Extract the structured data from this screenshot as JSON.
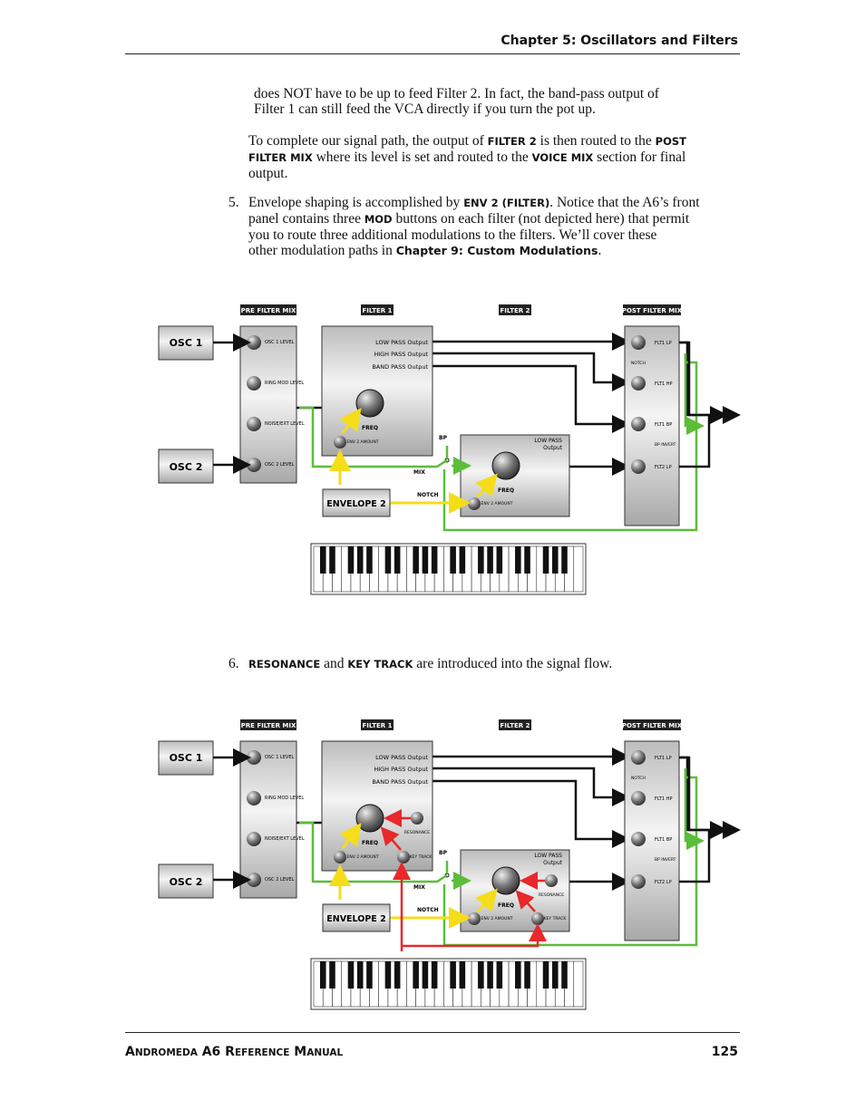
{
  "header": {
    "chapter": "Chapter 5: Oscillators and Filters"
  },
  "body": {
    "p1_line1": "does NOT have to be up to feed Filter 2.  In fact, the band-pass output of",
    "p1_line2": "Filter 1 can still feed the VCA directly if you turn the pot up.",
    "p2_a": "To complete our signal path, the output of ",
    "p2_b": "FILTER 2",
    "p2_c": " is then routed to the ",
    "p2_d": "POST",
    "p2_e": "FILTER MIX",
    "p2_f": " where its level is set and routed to the ",
    "p2_g": "VOICE MIX",
    "p2_h": " section for final",
    "p2_i": "output.",
    "item5_num": "5.",
    "item5_a": "Envelope shaping is accomplished by ",
    "item5_b": "ENV 2 (FILTER)",
    "item5_c": ". Notice that the A6’s front",
    "item5_d": "panel contains three ",
    "item5_e": "MOD",
    "item5_f": " buttons on each filter (not depicted here) that permit",
    "item5_g": "you to route three additional modulations to the filters. We’ll cover these",
    "item5_h": "other modulation paths in ",
    "item5_i": "Chapter 9: Custom Modulations",
    "item5_j": ".",
    "item6_num": "6.",
    "item6_a": "RESONANCE",
    "item6_b": " and ",
    "item6_c": "KEY TRACK",
    "item6_d": " are introduced into the signal flow."
  },
  "diagram": {
    "sec_pre": "PRE FILTER MIX",
    "sec_f1": "FILTER 1",
    "sec_f2": "FILTER 2",
    "sec_post": "POST FILTER MIX",
    "osc1": "OSC 1",
    "osc2": "OSC 2",
    "pre_labels": [
      "OSC 1 LEVEL",
      "RING MOD LEVEL",
      "NOISE/EXT LEVEL",
      "OSC 2 LEVEL"
    ],
    "f1_outputs": [
      "LOW PASS Output",
      "HIGH PASS Output",
      "BAND PASS Output"
    ],
    "freq": "FREQ",
    "env2_amount": "ENV 2 AMOUNT",
    "resonance": "RESONANCE",
    "key_track": "KEY TRACK",
    "bp": "BP",
    "mix": "MIX",
    "notch": "NOTCH",
    "f2_lp": "LOW PASS",
    "f2_out": "Output",
    "envelope": "ENVELOPE 2",
    "post_labels": [
      "FLT1 LP",
      "FLT1 HP",
      "FLT1 BP",
      "FLT2 LP"
    ],
    "post_notch": "NOTCH",
    "post_bpinv": "BP INVERT"
  },
  "footer": {
    "manual_a": "A",
    "manual_b": "NDROMEDA",
    "manual_c": " A6 R",
    "manual_d": "EFERENCE",
    "manual_e": " M",
    "manual_f": "ANUAL",
    "page": "125"
  },
  "colors": {
    "green": "#5cbd3a",
    "yellow": "#f5dd1a",
    "red": "#e8282a"
  }
}
